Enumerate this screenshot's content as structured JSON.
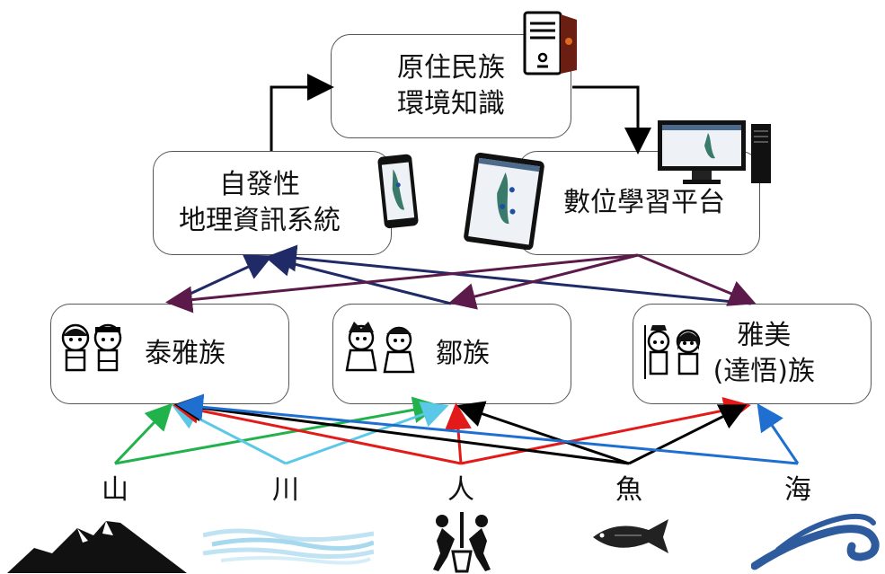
{
  "top": {
    "line1": "原住民族",
    "line2": "環境知識"
  },
  "mid_left": {
    "line1": "自發性",
    "line2": "地理資訊系統"
  },
  "mid_right": {
    "line1": "數位學習平台"
  },
  "tribes": {
    "atayal": "泰雅族",
    "tsou": "鄒族",
    "yami_line1": "雅美",
    "yami_line2": "(達悟)族"
  },
  "elements": {
    "mountain": "山",
    "river": "川",
    "human": "人",
    "fish": "魚",
    "sea": "海"
  },
  "icons": [
    "server-icon",
    "monitor-icon",
    "tablet-icon",
    "smartphone-icon",
    "atayal-figures-icon",
    "tsou-figures-icon",
    "yami-figures-icon",
    "mountain-icon",
    "river-icon",
    "human-icon",
    "fish-icon",
    "sea-wave-icon"
  ],
  "colors": {
    "navy": "#1f2a66",
    "purple": "#5c1a4a",
    "green": "#22b24c",
    "cyan": "#5bc8e8",
    "red": "#e31a1a",
    "black": "#000000",
    "blue": "#1e6fd0"
  }
}
